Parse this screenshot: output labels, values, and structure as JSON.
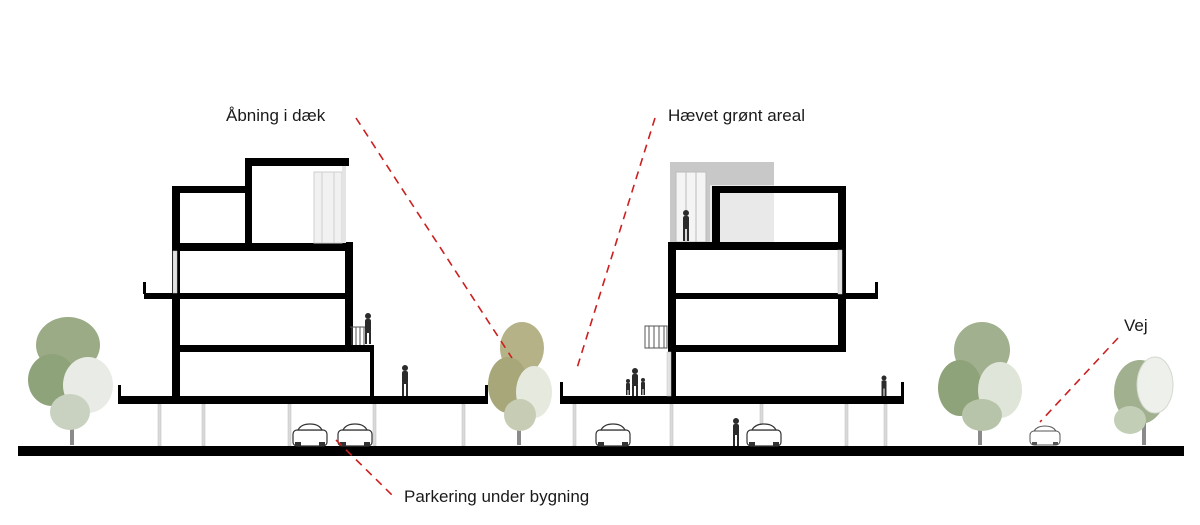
{
  "annotations": [
    {
      "id": "opening",
      "text": "Åbning i dæk"
    },
    {
      "id": "green",
      "text": "Hævet grønt areal"
    },
    {
      "id": "road",
      "text": "Vej"
    },
    {
      "id": "parking",
      "text": "Parkering under bygning"
    }
  ],
  "colors": {
    "structure": "#000000",
    "leader": "#cc1f1f",
    "tree_green": "#8fa37a",
    "tree_olive": "#a8a77a",
    "tree_white": "#e9ece6",
    "glass": "#f1f1f1",
    "stair_box": "#c8c8c8",
    "column": "#cfcfcf",
    "person": "#2b2b2b",
    "car": "#ffffff"
  }
}
